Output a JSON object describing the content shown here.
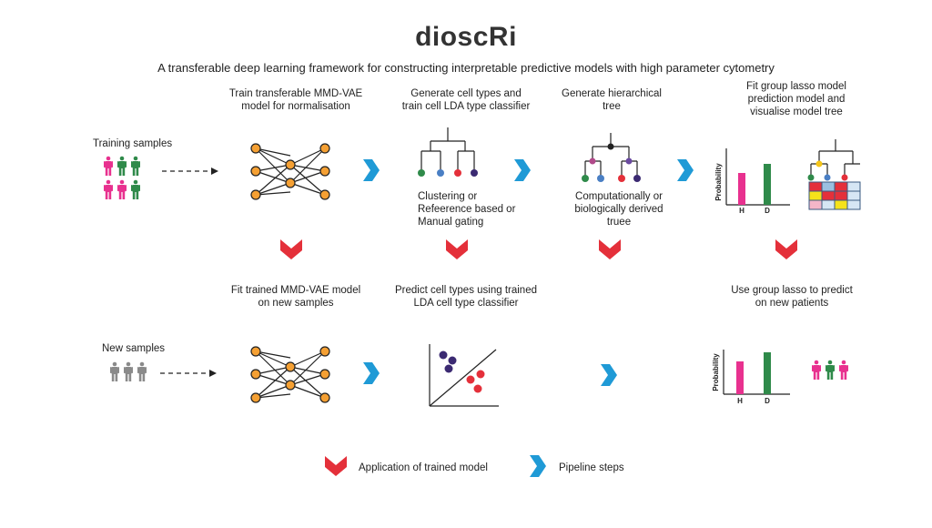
{
  "header": {
    "title": "dioscRi",
    "subtitle": "A transferable deep learning framework for constructing interpretable predictive models with high parameter cytometry"
  },
  "top_row": {
    "input_label": "Training samples",
    "step1_caption": [
      "Train transferable MMD-VAE",
      "model for normalisation"
    ],
    "step2_caption": [
      "Generate cell types and",
      "train cell LDA type classifier"
    ],
    "step2_note": [
      "Clustering or",
      "Refeerence based or",
      "Manual gating"
    ],
    "step3_caption": [
      "Generate hierarchical",
      "tree"
    ],
    "step3_note": [
      "Computationally or",
      "biologically derived",
      "truee"
    ],
    "step4_caption": [
      "Fit group lasso model",
      "prediction model and",
      "visualise model tree"
    ],
    "bar_ylabel": "Probability",
    "bar_categories": [
      "H",
      "D"
    ]
  },
  "bottom_row": {
    "input_label": "New samples",
    "step1_caption": [
      "Fit trained MMD-VAE model",
      "on new samples"
    ],
    "step2_caption": [
      "Predict cell types using trained",
      "LDA cell type classifier"
    ],
    "step4_caption": [
      "Use group lasso to predict",
      "on new patients"
    ],
    "bar_ylabel": "Probability",
    "bar_categories": [
      "H",
      "D"
    ]
  },
  "legend": {
    "red_label": "Application of trained model",
    "blue_label": "Pipeline steps"
  },
  "colors": {
    "node": "#f5a033",
    "pink": "#e8318f",
    "green": "#2f8a4a",
    "grey": "#8a8a8a",
    "red_chevron": "#e4303a",
    "blue_chevron": "#1f9ad6",
    "navy": "#3b2a72"
  }
}
